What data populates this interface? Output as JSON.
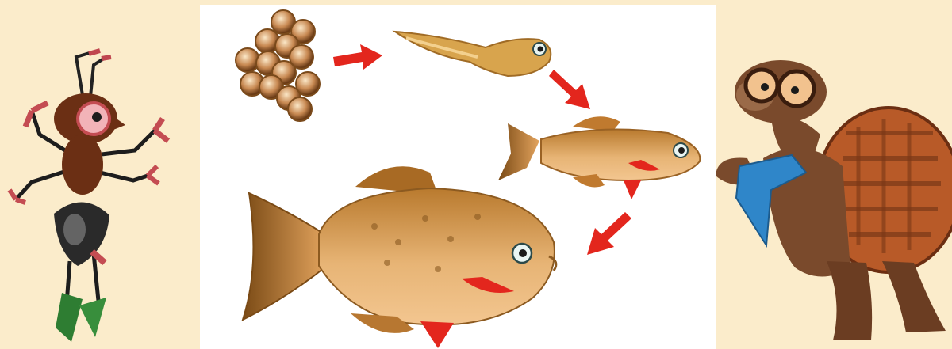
{
  "scene": {
    "background_color": "#fbeccb",
    "board_color": "#ffffff",
    "arrow_color": "#e3261d"
  },
  "life_cycle": {
    "stages": [
      "eggs",
      "larva",
      "fry",
      "adult-fish"
    ],
    "arrows": 3
  },
  "characters": {
    "left": "ant-icon",
    "right": "turtle-icon"
  }
}
